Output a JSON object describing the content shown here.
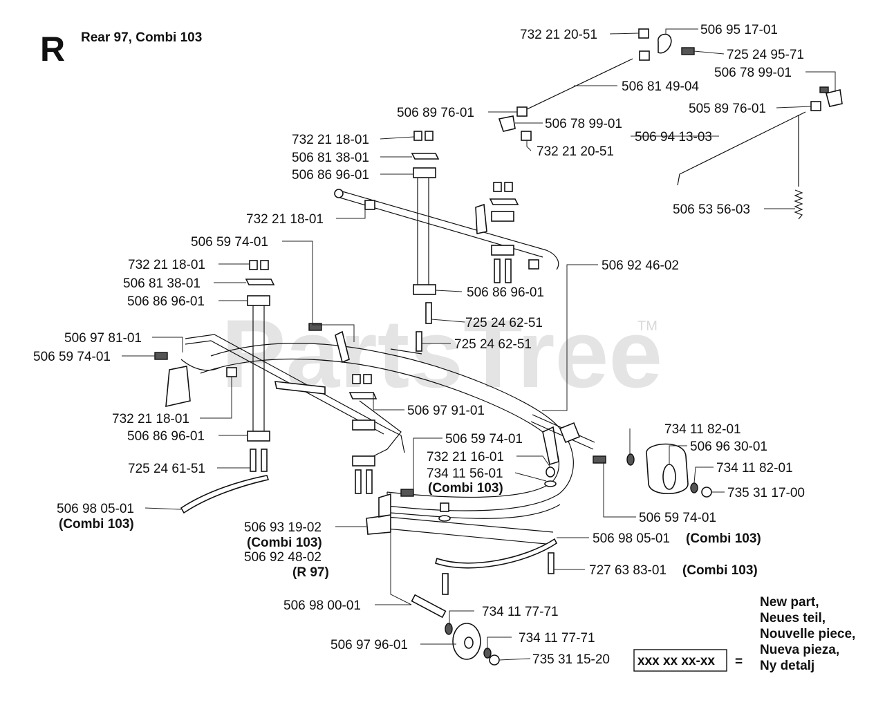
{
  "header": {
    "section_letter": "R",
    "title": "Rear 97, Combi 103"
  },
  "watermark": {
    "text": "PartsTree",
    "tm": "TM"
  },
  "callouts": [
    {
      "number": "732 21 20-51"
    },
    {
      "number": "506 95 17-01"
    },
    {
      "number": "725 24 95-71"
    },
    {
      "number": "506 78 99-01"
    },
    {
      "number": "506 81 49-04"
    },
    {
      "number": "506 89 76-01"
    },
    {
      "number": "505 89 76-01"
    },
    {
      "number": "506 78 99-01"
    },
    {
      "number": "506 94 13-03"
    },
    {
      "number": "732 21 20-51"
    },
    {
      "number": "732 21 18-01"
    },
    {
      "number": "506 81 38-01"
    },
    {
      "number": "506 86 96-01"
    },
    {
      "number": "506 53 56-03"
    },
    {
      "number": "732 21 18-01"
    },
    {
      "number": "506 59 74-01"
    },
    {
      "number": "506 92 46-02"
    },
    {
      "number": "732 21 18-01"
    },
    {
      "number": "506 81 38-01"
    },
    {
      "number": "506 86 96-01"
    },
    {
      "number": "506 86 96-01"
    },
    {
      "number": "725 24 62-51"
    },
    {
      "number": "725 24 62-51"
    },
    {
      "number": "506 97 81-01"
    },
    {
      "number": "506 59 74-01"
    },
    {
      "number": "506 97 91-01"
    },
    {
      "number": "732 21 18-01"
    },
    {
      "number": "734 11 82-01"
    },
    {
      "number": "506 86 96-01"
    },
    {
      "number": "506 59 74-01"
    },
    {
      "number": "506 96 30-01"
    },
    {
      "number": "732 21 16-01"
    },
    {
      "number": "734 11 82-01"
    },
    {
      "number": "725 24 61-51"
    },
    {
      "number": "734 11 56-01",
      "note": "(Combi 103)"
    },
    {
      "number": "735 31 17-00"
    },
    {
      "number": "506 98 05-01",
      "note": "(Combi 103)"
    },
    {
      "number": "506 59 74-01"
    },
    {
      "number": "506 93 19-02",
      "note": "(Combi 103)"
    },
    {
      "number": "506 98 05-01",
      "note": "(Combi 103)"
    },
    {
      "number": "506 92 48-02",
      "note": "(R 97)"
    },
    {
      "number": "727 63 83-01",
      "note": "(Combi 103)"
    },
    {
      "number": "506 98 00-01"
    },
    {
      "number": "734 11 77-71"
    },
    {
      "number": "506 97 96-01"
    },
    {
      "number": "734 11 77-71"
    },
    {
      "number": "735 31 15-20"
    }
  ],
  "legend": {
    "box_text": "xxx xx xx-xx",
    "equals": "=",
    "lines": [
      "New part,",
      "Neues teil,",
      "Nouvelle piece,",
      "Nueva pieza,",
      "Ny detalj"
    ]
  }
}
